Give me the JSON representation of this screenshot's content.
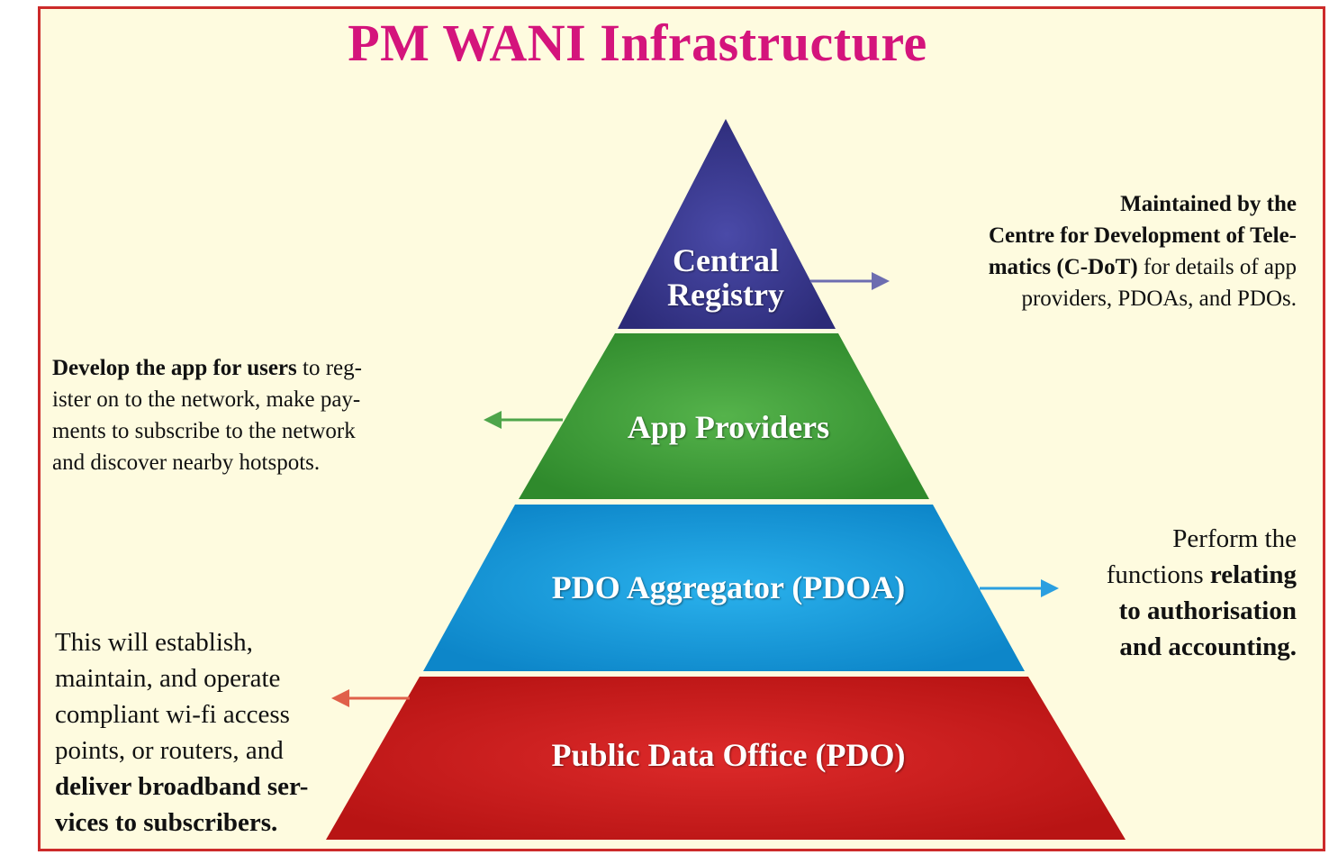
{
  "title": "PM WANI Infrastructure",
  "tiers": [
    {
      "id": "central-registry",
      "line1": "Central",
      "line2": "Registry",
      "color": "#3b3a8e"
    },
    {
      "id": "app-providers",
      "label": "App Providers",
      "color": "#3f9e3a"
    },
    {
      "id": "pdoa",
      "label": "PDO Aggregator (PDOA)",
      "color": "#1aa3e0"
    },
    {
      "id": "pdo",
      "label": "Public Data Office (PDO)",
      "color": "#d21d1d"
    }
  ],
  "notes": {
    "registry": {
      "bold1": "Maintained by the",
      "bold2": "Centre for Development of Tele-",
      "bold3": "matics (C-DoT)",
      "rest3": " for details of app",
      "line4": "providers, PDOAs, and PDOs."
    },
    "app": {
      "bold1": "Develop the app for users",
      "rest1": " to reg-",
      "line2": "ister on to the network, make pay-",
      "line3": "ments to subscribe to the network",
      "line4": "and discover nearby hotspots."
    },
    "pdoa": {
      "line1": "Perform the",
      "plain2": "functions ",
      "bold2": "relating",
      "bold3": "to authorisation",
      "bold4": "and accounting."
    },
    "pdo": {
      "line1": "This will establish,",
      "line2": "maintain, and operate",
      "line3": "compliant wi-fi access",
      "line4": "points, or routers, and",
      "bold5": "deliver broadband ser-",
      "bold6": "vices to subscribers."
    }
  },
  "arrow_colors": {
    "registry": "#6d6db0",
    "app": "#4ea54a",
    "pdoa": "#2b9fe0",
    "pdo": "#e0604a"
  }
}
